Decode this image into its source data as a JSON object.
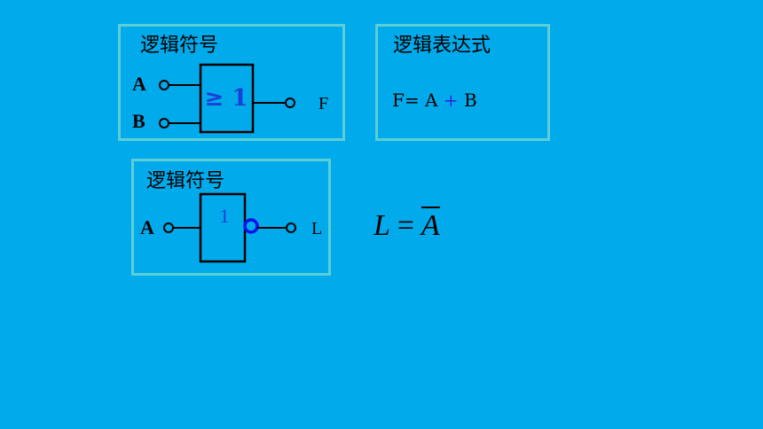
{
  "or_gate": {
    "title": "逻辑符号",
    "input_a": "A",
    "input_b": "B",
    "gate_label": "≥ 1",
    "output": "F"
  },
  "or_expression": {
    "title": "逻辑表达式",
    "lhs": "F=",
    "a": "A",
    "op": "+",
    "b": "B"
  },
  "not_gate": {
    "title": "逻辑符号",
    "input_a": "A",
    "gate_label": "1",
    "output": "L"
  },
  "not_expression": {
    "lhs": "L",
    "eq": "=",
    "a": "A"
  },
  "colors": {
    "background": "#00aaeb",
    "panel_border": "#5ccfd6",
    "gate_label": "#1c3fd6",
    "bubble": "#1010e8"
  }
}
